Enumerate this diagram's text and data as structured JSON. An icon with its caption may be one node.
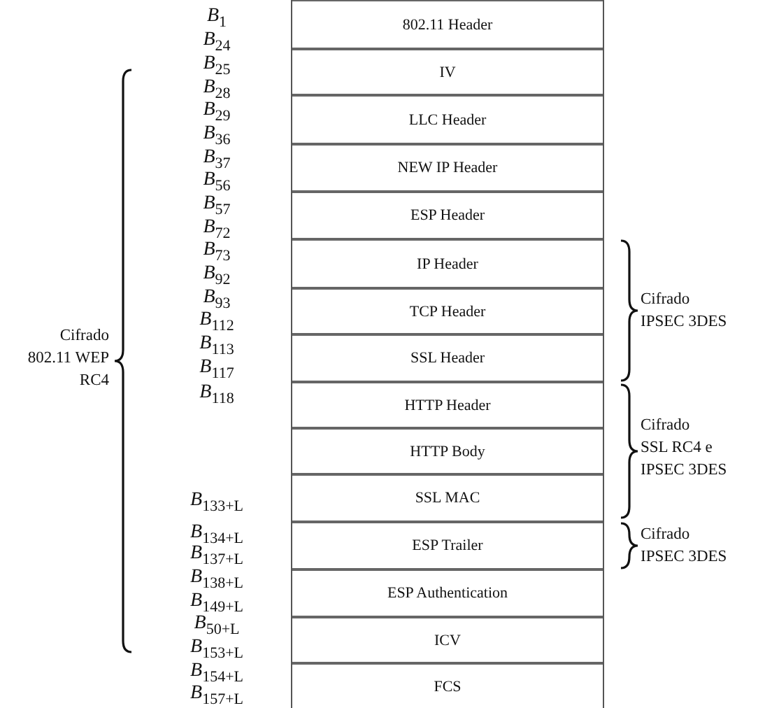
{
  "diagram": {
    "nodes": [
      {
        "text": [
          "802.11 Header"
        ]
      },
      {
        "text": [
          "IV"
        ]
      },
      {
        "text": [
          "LLC Header"
        ]
      },
      {
        "text": [
          "NEW IP Header"
        ]
      },
      {
        "text": [
          "ESP Header"
        ]
      },
      {
        "text": [
          "IP Header"
        ]
      },
      {
        "text": [
          "TCP Header"
        ]
      },
      {
        "text": [
          "SSL Header"
        ]
      },
      {
        "text": [
          "HTTP Header"
        ]
      },
      {
        "text": [
          "HTTP Body"
        ]
      },
      {
        "text": [
          "SSL MAC"
        ]
      },
      {
        "text": [
          "ESP Trailer"
        ]
      },
      {
        "text": [
          "ESP Authentication"
        ]
      },
      {
        "text": [
          "ICV"
        ]
      },
      {
        "text": [
          "FCS"
        ]
      }
    ],
    "labels": [
      "B$_{1}$",
      "B$_{24}$",
      "B$_{25}$",
      "B$_{28}$",
      "B$_{29}$",
      "B$_{36}$",
      "B$_{37}$",
      "B$_{56}$",
      "B$_{57}$",
      "B$_{72}$",
      "B$_{73}$",
      "B$_{92}$",
      "B$_{93}$",
      "B$_{112}$",
      "B$_{113}$",
      "B$_{117}$",
      "B$_{118}$",
      "B$_{133+L}$",
      "B$_{134+L}$",
      "B$_{137+L}$",
      "B$_{138+L}$",
      "B$_{149+L}$",
      "B$_{50+L}$",
      "B$_{153+L}$",
      "B$_{154+L}$",
      "B$_{157+L}$",
      "Cifrado 802.11 WEP RC4",
      "Cifrado IPSEC 3DES",
      "Cifrado SSL RC4 e IPSEC 3DES",
      "Cifrado IPSEC 3DES"
    ]
  }
}
